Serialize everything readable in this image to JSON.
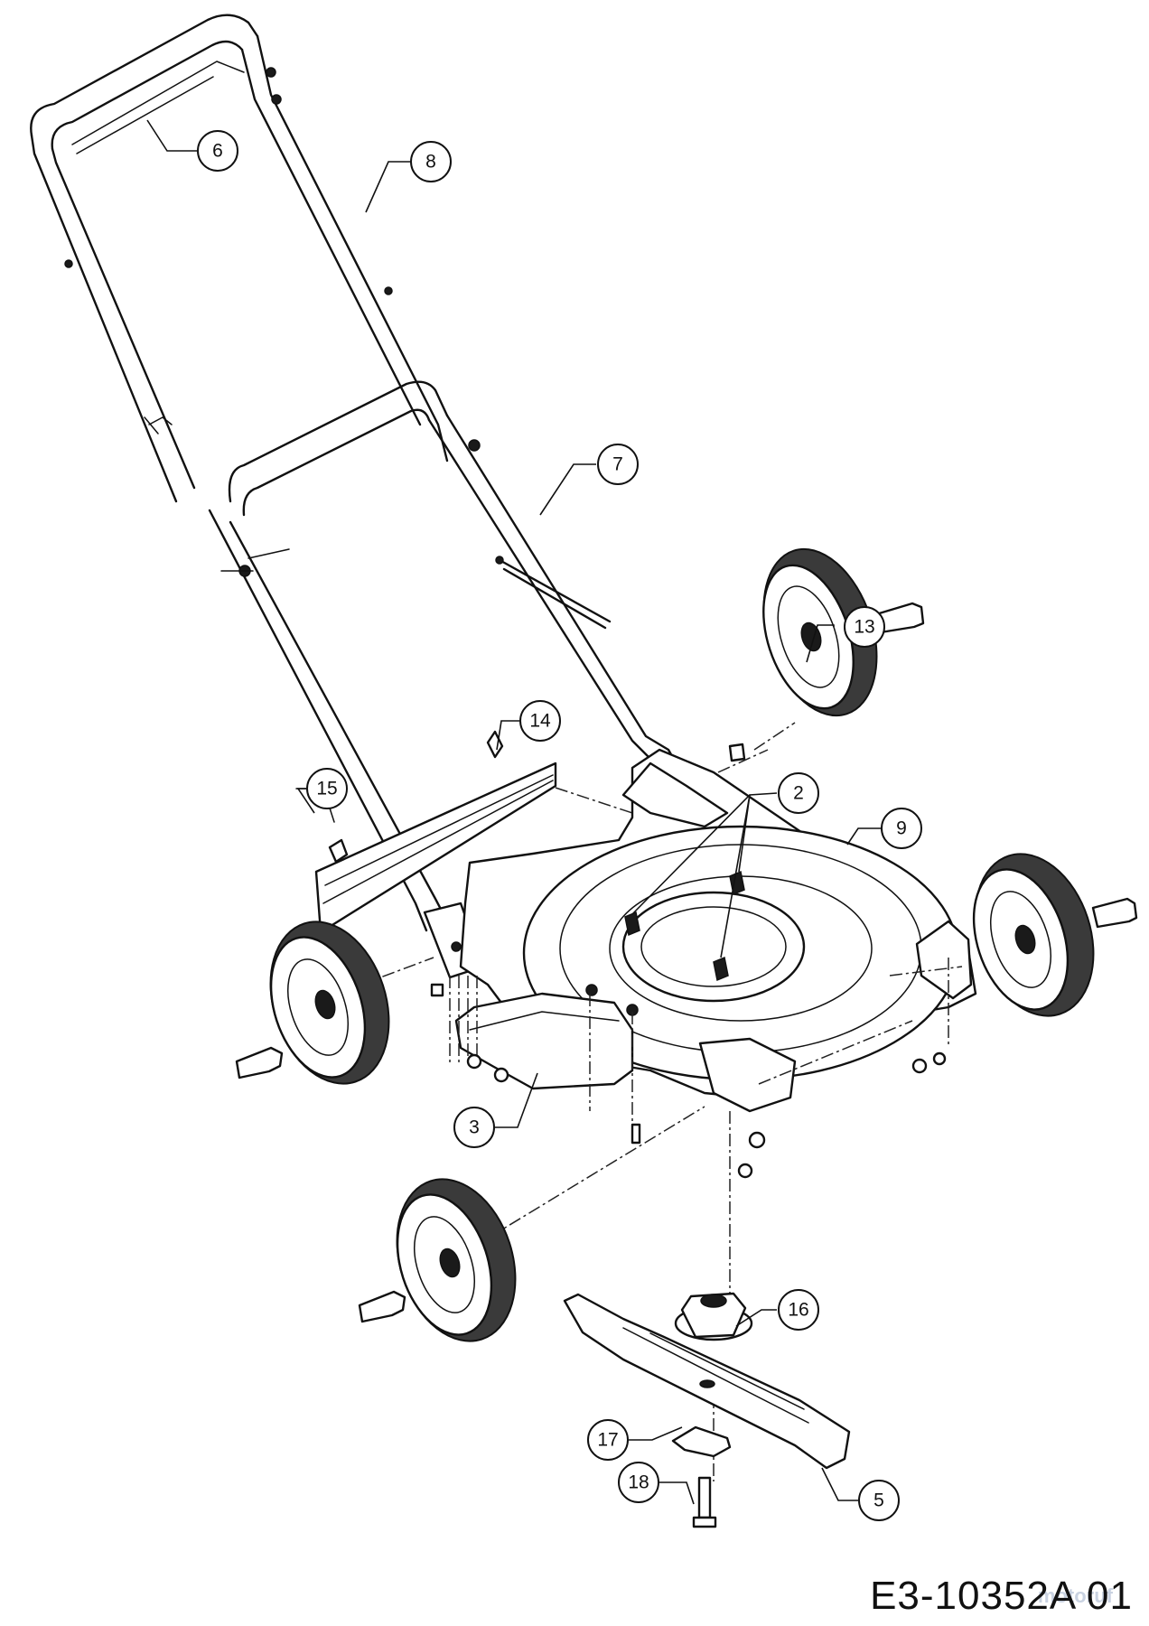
{
  "drawing_number": "E3-10352A 01",
  "watermark": "motoruf",
  "callouts": [
    {
      "id": "6",
      "label": "6"
    },
    {
      "id": "8",
      "label": "8"
    },
    {
      "id": "7",
      "label": "7"
    },
    {
      "id": "13",
      "label": "13"
    },
    {
      "id": "14",
      "label": "14"
    },
    {
      "id": "15",
      "label": "15"
    },
    {
      "id": "2",
      "label": "2"
    },
    {
      "id": "9",
      "label": "9"
    },
    {
      "id": "3",
      "label": "3"
    },
    {
      "id": "16",
      "label": "16"
    },
    {
      "id": "17",
      "label": "17"
    },
    {
      "id": "18",
      "label": "18"
    },
    {
      "id": "5",
      "label": "5"
    }
  ]
}
